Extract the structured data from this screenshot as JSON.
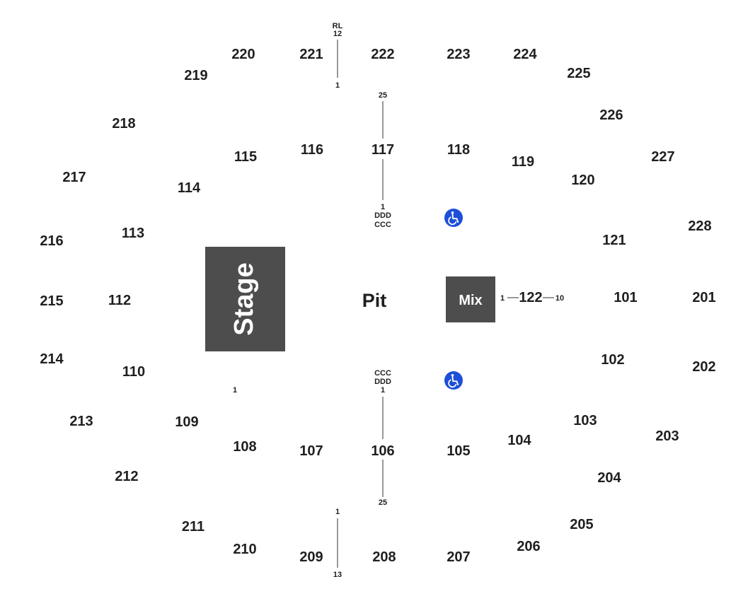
{
  "colors": {
    "block": "#4d4d4d",
    "text": "#1f1f1f",
    "accessible": "#1d4fd8"
  },
  "stage": {
    "label": "Stage"
  },
  "pit": {
    "label": "Pit"
  },
  "mix": {
    "label": "Mix"
  },
  "sections": {
    "s101": "101",
    "s102": "102",
    "s103": "103",
    "s104": "104",
    "s105": "105",
    "s106": "106",
    "s107": "107",
    "s108": "108",
    "s109": "109",
    "s110": "110",
    "s112": "112",
    "s113": "113",
    "s114": "114",
    "s115": "115",
    "s116": "116",
    "s117": "117",
    "s118": "118",
    "s119": "119",
    "s120": "120",
    "s121": "121",
    "s122": "122",
    "s201": "201",
    "s202": "202",
    "s203": "203",
    "s204": "204",
    "s205": "205",
    "s206": "206",
    "s207": "207",
    "s208": "208",
    "s209": "209",
    "s210": "210",
    "s211": "211",
    "s212": "212",
    "s213": "213",
    "s214": "214",
    "s215": "215",
    "s216": "216",
    "s217": "217",
    "s218": "218",
    "s219": "219",
    "s220": "220",
    "s221": "221",
    "s222": "222",
    "s223": "223",
    "s224": "224",
    "s225": "225",
    "s226": "226",
    "s227": "227",
    "s228": "228"
  },
  "rows": {
    "top_rl": "RL",
    "top_12": "12",
    "top_1": "1",
    "upper_25": "25",
    "upper_1": "1",
    "upper_ddd": "DDD",
    "upper_ccc": "CCC",
    "lower_ccc": "CCC",
    "lower_ddd": "DDD",
    "lower_1": "1",
    "lower_25": "25",
    "bottom_1": "1",
    "bottom_13": "13",
    "left_1": "1",
    "mix_1": "1",
    "mix_10": "10"
  },
  "icons": {
    "accessible_upper": "wheelchair-icon",
    "accessible_lower": "wheelchair-icon"
  }
}
